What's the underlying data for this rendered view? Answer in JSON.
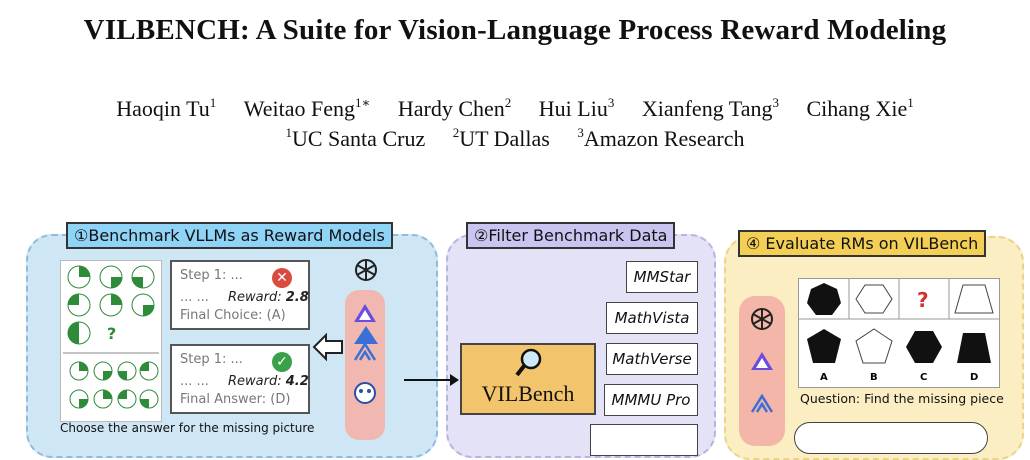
{
  "paper": {
    "title": "VILBENCH: A Suite for Vision-Language Process Reward Modeling",
    "authors": [
      {
        "name": "Haoqin Tu",
        "mark": "1"
      },
      {
        "name": "Weitao Feng",
        "mark": "1∗"
      },
      {
        "name": "Hardy Chen",
        "mark": "2"
      },
      {
        "name": "Hui Liu",
        "mark": "3"
      },
      {
        "name": "Xianfeng Tang",
        "mark": "3"
      },
      {
        "name": "Cihang Xie",
        "mark": "1"
      }
    ],
    "affiliations": [
      {
        "mark": "1",
        "name": "UC Santa Cruz"
      },
      {
        "mark": "2",
        "name": "UT Dallas"
      },
      {
        "mark": "3",
        "name": "Amazon Research"
      }
    ]
  },
  "figure": {
    "panel1": {
      "title": "①Benchmark VLLMs as Reward Models",
      "step1": {
        "step": "Step 1: ...",
        "dots": "... ...",
        "reward_label": "Reward:",
        "reward_value": "2.8",
        "final": "Final Choice: (A)"
      },
      "step2": {
        "step": "Step 1: ...",
        "dots": "... ...",
        "reward_label": "Reward:",
        "reward_value": "4.2",
        "final": "Final Answer: (D)"
      },
      "puzzle_mark": "?",
      "question": "Choose the answer for the missing picture"
    },
    "panel2": {
      "title": "②Filter Benchmark Data",
      "datasets": [
        "MMStar",
        "MathVista",
        "MathVerse",
        "MMMU Pro"
      ],
      "box_label": "VILBench"
    },
    "panel3": {
      "title": "④ Evaluate RMs on VILBench",
      "puzzle_mark": "?",
      "options": [
        "A",
        "B",
        "C",
        "D"
      ],
      "question": "Question: Find the missing piece"
    },
    "colors": {
      "panel1": "#cfe6f5",
      "panel2": "#e4e2f6",
      "panel3": "#fbeec2",
      "vilbench": "#f2c46b"
    },
    "icons": [
      "openai-icon",
      "model-logo-icon",
      "magnifier-icon",
      "wrong-icon",
      "correct-icon",
      "arrow-left-icon",
      "arrow-right-icon"
    ]
  }
}
